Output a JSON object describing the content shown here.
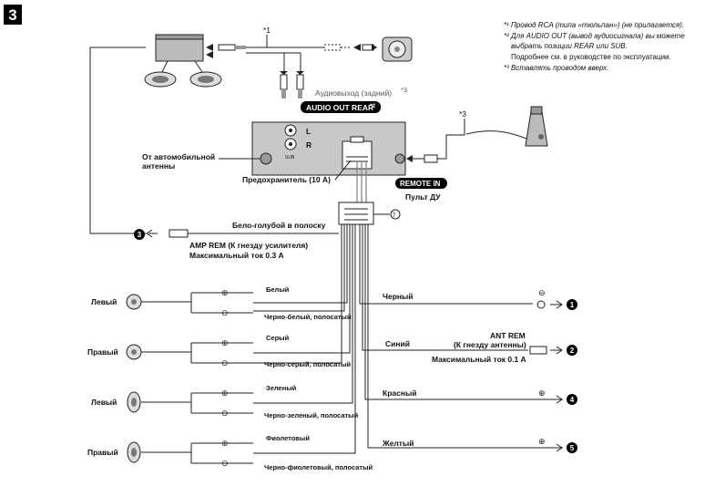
{
  "section_number": "3",
  "footnotes": {
    "fn1": "*¹ Провод RCA (типа «тюльпан») (не прилагается).",
    "fn2a": "*² Для AUDIO OUT (вывод аудиосигнала) вы можете",
    "fn2b": "выбрать позиции REAR или SUB.",
    "fn2c": "Подробнее см. в руководстве по эксплуатации.",
    "fn3": "*³ Вставлять проводом вверх."
  },
  "markers": {
    "m1": "*1",
    "m2": "*2",
    "m3": "*3",
    "audio_sup": "*3"
  },
  "labels": {
    "audio_out_ru": "Аудиовыход (задний)",
    "audio_out_badge": "AUDIO OUT REAR",
    "audio_out_sup": "*2",
    "channel_l": "L",
    "channel_r": "R",
    "antenna_line1": "От автомобильной",
    "antenna_line2": "антенны",
    "fuse": "Предохранитель (10 A)",
    "remote_in_badge": "REMOTE IN",
    "remote_ru": "Пульт ДУ",
    "white_blue": "Бело-голубой в полоску",
    "amp_rem": "AMP REM (К гнезду усилителя)",
    "amp_max": "Максимальный ток 0.3 A",
    "connector_mark": "7"
  },
  "speakers": [
    {
      "side": "Левый",
      "pos_wire": "Белый",
      "neg_wire": "Черно-белый, полосатый"
    },
    {
      "side": "Правый",
      "pos_wire": "Серый",
      "neg_wire": "Черно-серый, полосатый"
    },
    {
      "side": "Левый",
      "pos_wire": "Зеленый",
      "neg_wire": "Черно-зеленый, полосатый"
    },
    {
      "side": "Правый",
      "pos_wire": "Фиолетовый",
      "neg_wire": "Черно-фиолетовый, полосатый"
    }
  ],
  "outputs": {
    "black": "Черный",
    "blue": "Синий",
    "ant_rem_line1": "ANT REM",
    "ant_rem_line2": "(К гнезду антенны)",
    "ant_max": "Максимальный ток 0.1 A",
    "red": "Красный",
    "yellow": "Желтый",
    "nums": [
      "1",
      "2",
      "3",
      "4",
      "5"
    ]
  }
}
